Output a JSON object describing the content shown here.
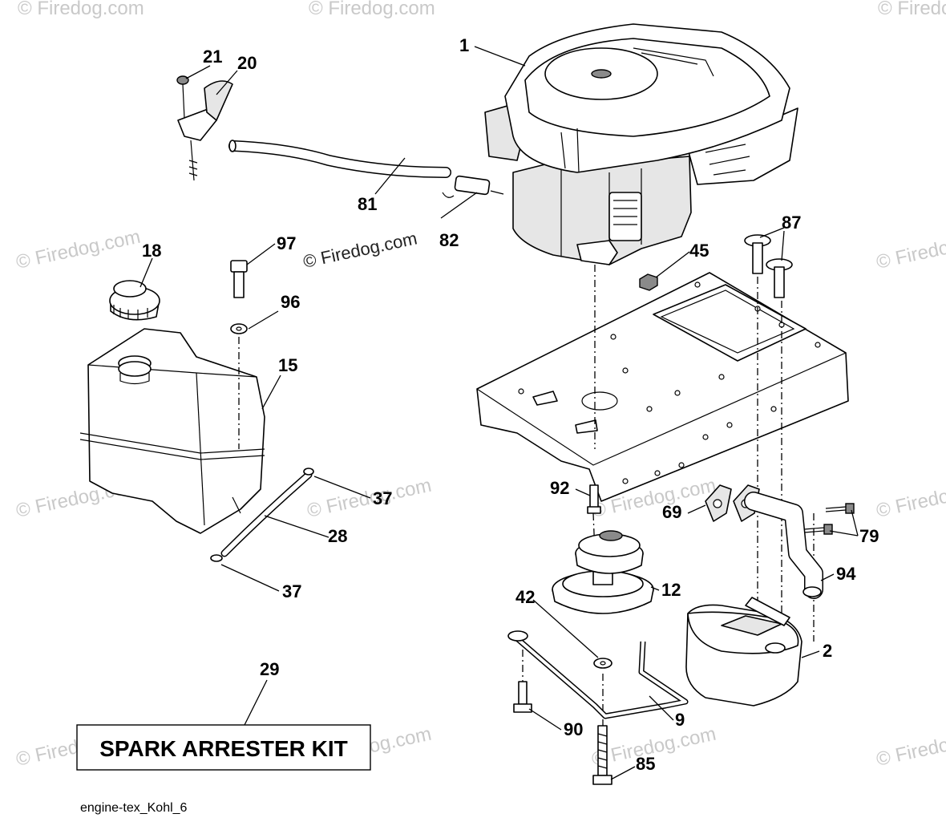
{
  "diagram": {
    "caption": "engine-tex_Kohl_6",
    "kit_label": "SPARK ARRESTER KIT",
    "watermark_main": "© Firedog.com",
    "watermark_faint": "© Firedog.com",
    "callouts": {
      "c1": "1",
      "c21": "21",
      "c20": "20",
      "c81": "81",
      "c82": "82",
      "c18": "18",
      "c97": "97",
      "c96": "96",
      "c15": "15",
      "c37a": "37",
      "c28": "28",
      "c37b": "37",
      "c29": "29",
      "c87": "87",
      "c45": "45",
      "c92": "92",
      "c69": "69",
      "c79": "79",
      "c12": "12",
      "c94": "94",
      "c42": "42",
      "c2": "2",
      "c9": "9",
      "c90": "90",
      "c85": "85"
    }
  }
}
